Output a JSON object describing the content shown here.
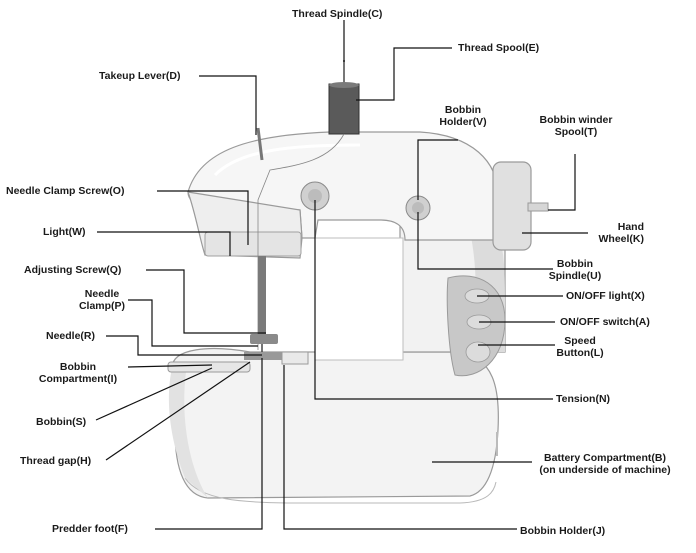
{
  "labels": {
    "thread_spindle": "Thread Spindle(C)",
    "thread_spool": "Thread Spool(E)",
    "takeup_lever": "Takeup Lever(D)",
    "bobbin_holder_v_1": "Bobbin",
    "bobbin_holder_v_2": "Holder(V)",
    "bobbin_winder_1": "Bobbin winder",
    "bobbin_winder_2": "Spool(T)",
    "needle_clamp_screw": "Needle Clamp Screw(O)",
    "light": "Light(W)",
    "hand_wheel_1": "Hand",
    "hand_wheel_2": "Wheel(K)",
    "adjusting_screw": "Adjusting Screw(Q)",
    "bobbin_spindle_1": "Bobbin",
    "bobbin_spindle_2": "Spindle(U)",
    "needle_clamp_1": "Needle",
    "needle_clamp_2": "Clamp(P)",
    "onoff_light": "ON/OFF light(X)",
    "onoff_switch": "ON/OFF switch(A)",
    "needle": "Needle(R)",
    "speed_button_1": "Speed",
    "speed_button_2": "Button(L)",
    "bobbin_compartment_1": "Bobbin",
    "bobbin_compartment_2": "Compartment(I)",
    "bobbin": "Bobbin(S)",
    "tension": "Tension(N)",
    "thread_gap": "Thread gap(H)",
    "battery_1": "Battery Compartment(B)",
    "battery_2": "(on underside of machine)",
    "presser_foot": "Predder foot(F)",
    "bobbin_holder_j": "Bobbin Holder(J)"
  },
  "colors": {
    "body": "#f4f4f4",
    "outline": "#8a8a8a",
    "shade": "#cfcfcf",
    "dark_shade": "#b4b4b4",
    "spool": "#555555",
    "leader": "#111111"
  }
}
